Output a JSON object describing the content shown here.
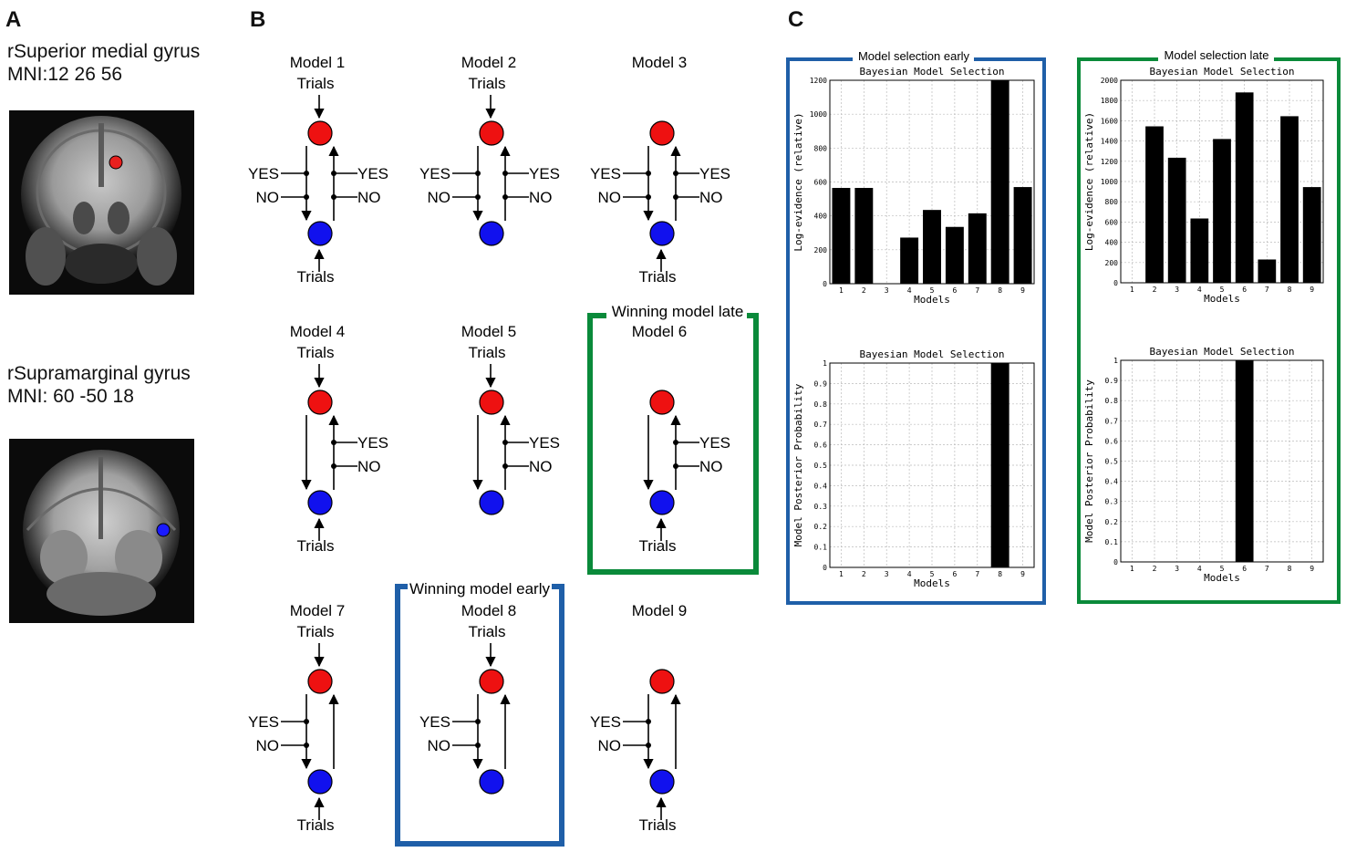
{
  "panel_a": {
    "letter": "A",
    "regions": [
      {
        "name": "rSuperior medial gyrus",
        "mni": "MNI:12 26 56",
        "dot_color": "#e8201e"
      },
      {
        "name": "rSupramarginal gyrus",
        "mni": "MNI: 60 -50 18",
        "dot_color": "#1a1aff"
      }
    ]
  },
  "panel_b": {
    "letter": "B",
    "node_colors": {
      "top": "#ee1111",
      "bottom": "#1111ee"
    },
    "winning_late_label": "Winning model late",
    "winning_early_label": "Winning model early",
    "late_box_color": "#0a8a3a",
    "early_box_color": "#1f5fa8",
    "models": [
      {
        "title": "Model 1",
        "top_input": "Trials",
        "bottom_input": "Trials",
        "fwd": [
          "YES",
          "NO"
        ],
        "bwd": [
          "YES",
          "NO"
        ]
      },
      {
        "title": "Model 2",
        "top_input": "Trials",
        "bottom_input": "",
        "fwd": [
          "YES",
          "NO"
        ],
        "bwd": [
          "YES",
          "NO"
        ]
      },
      {
        "title": "Model 3",
        "top_input": "",
        "bottom_input": "Trials",
        "fwd": [
          "YES",
          "NO"
        ],
        "bwd": [
          "YES",
          "NO"
        ]
      },
      {
        "title": "Model 4",
        "top_input": "Trials",
        "bottom_input": "Trials",
        "fwd": [],
        "bwd": [
          "YES",
          "NO"
        ]
      },
      {
        "title": "Model 5",
        "top_input": "Trials",
        "bottom_input": "",
        "fwd": [],
        "bwd": [
          "YES",
          "NO"
        ]
      },
      {
        "title": "Model 6",
        "top_input": "",
        "bottom_input": "Trials",
        "fwd": [],
        "bwd": [
          "YES",
          "NO"
        ]
      },
      {
        "title": "Model 7",
        "top_input": "Trials",
        "bottom_input": "Trials",
        "fwd": [
          "YES",
          "NO"
        ],
        "bwd": []
      },
      {
        "title": "Model 8",
        "top_input": "Trials",
        "bottom_input": "",
        "fwd": [
          "YES",
          "NO"
        ],
        "bwd": []
      },
      {
        "title": "Model 9",
        "top_input": "",
        "bottom_input": "Trials",
        "fwd": [
          "YES",
          "NO"
        ],
        "bwd": []
      }
    ]
  },
  "panel_c": {
    "letter": "C",
    "early_label": "Model selection early",
    "late_label": "Model selection late",
    "early_box_color": "#1f5fa8",
    "late_box_color": "#0a8a3a"
  },
  "chart_data": [
    {
      "type": "bar",
      "panel": "early",
      "title": "Bayesian Model Selection",
      "xlabel": "Models",
      "ylabel": "Log-evidence (relative)",
      "categories": [
        "1",
        "2",
        "3",
        "4",
        "5",
        "6",
        "7",
        "8",
        "9"
      ],
      "values": [
        565,
        565,
        0,
        272,
        435,
        335,
        415,
        1200,
        570
      ],
      "ylim": [
        0,
        1200
      ],
      "yticks": [
        0,
        200,
        400,
        600,
        800,
        1000,
        1200
      ],
      "grid": true
    },
    {
      "type": "bar",
      "panel": "early",
      "title": "Bayesian Model Selection",
      "xlabel": "Models",
      "ylabel": "Model Posterior Probability",
      "categories": [
        "1",
        "2",
        "3",
        "4",
        "5",
        "6",
        "7",
        "8",
        "9"
      ],
      "values": [
        0,
        0,
        0,
        0,
        0,
        0,
        0,
        1,
        0
      ],
      "ylim": [
        0,
        1
      ],
      "yticks": [
        0,
        0.1,
        0.2,
        0.3,
        0.4,
        0.5,
        0.6,
        0.7,
        0.8,
        0.9,
        1
      ],
      "grid": true
    },
    {
      "type": "bar",
      "panel": "late",
      "title": "Bayesian Model Selection",
      "xlabel": "Models",
      "ylabel": "Log-evidence (relative)",
      "categories": [
        "1",
        "2",
        "3",
        "4",
        "5",
        "6",
        "7",
        "8",
        "9"
      ],
      "values": [
        0,
        1545,
        1235,
        635,
        1420,
        1880,
        230,
        1645,
        945
      ],
      "ylim": [
        0,
        2000
      ],
      "yticks": [
        0,
        200,
        400,
        600,
        800,
        1000,
        1200,
        1400,
        1600,
        1800,
        2000
      ],
      "grid": true
    },
    {
      "type": "bar",
      "panel": "late",
      "title": "Bayesian Model Selection",
      "xlabel": "Models",
      "ylabel": "Model Posterior Probability",
      "categories": [
        "1",
        "2",
        "3",
        "4",
        "5",
        "6",
        "7",
        "8",
        "9"
      ],
      "values": [
        0,
        0,
        0,
        0,
        0,
        1,
        0,
        0,
        0
      ],
      "ylim": [
        0,
        1
      ],
      "yticks": [
        0,
        0.1,
        0.2,
        0.3,
        0.4,
        0.5,
        0.6,
        0.7,
        0.8,
        0.9,
        1
      ],
      "grid": true
    }
  ]
}
